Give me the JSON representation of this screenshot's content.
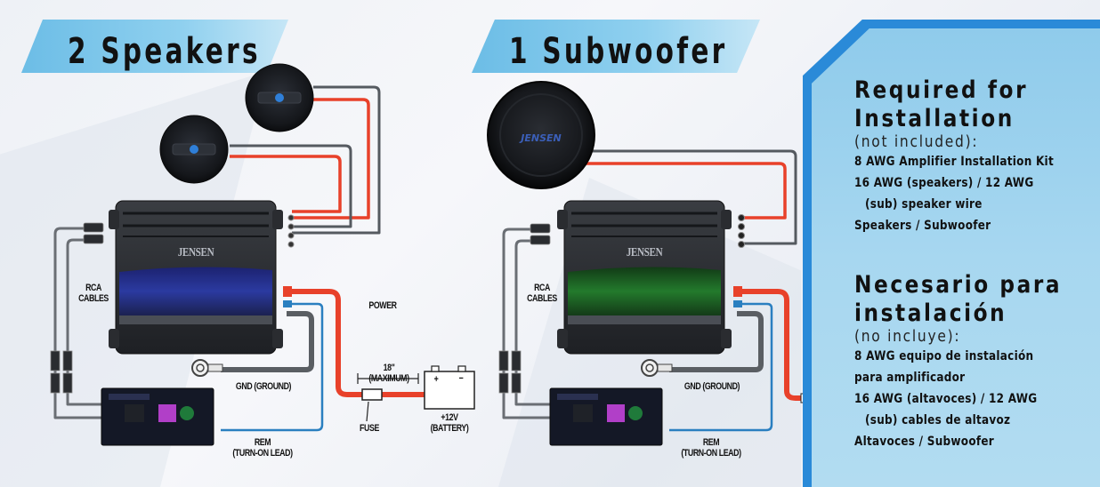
{
  "left_section": {
    "title": "2 Speakers",
    "amp_brand": "JENSEN",
    "labels": {
      "rca": "RCA\nCABLES",
      "power": "POWER",
      "gnd": "GND (GROUND)",
      "rem": "REM\n(TURN-ON LEAD)",
      "fuse": "FUSE",
      "distance": "18\"\n(MAXIMUM)",
      "battery": "+12V\n(BATTERY)",
      "battery_plus": "+",
      "battery_minus": "−"
    },
    "amp_accent_color": "#2a3a9a"
  },
  "right_section": {
    "title": "1 Subwoofer",
    "amp_brand": "JENSEN",
    "labels": {
      "rca": "RCA\nCABLES",
      "gnd": "GND (GROUND)",
      "rem": "REM\n(TURN-ON LEAD)"
    },
    "amp_accent_color": "#1f6a2a"
  },
  "panel": {
    "en": {
      "heading_line1": "Required for",
      "heading_line2": "Installation",
      "subheading": "(not included):",
      "items": [
        "8 AWG Amplifier Installation Kit",
        "16 AWG (speakers) / 12 AWG",
        "(sub) speaker wire",
        "Speakers / Subwoofer"
      ]
    },
    "es": {
      "heading_line1": "Necesario para",
      "heading_line2": "instalación",
      "subheading": "(no incluye):",
      "items": [
        "8 AWG equipo de instalación",
        "para amplificador",
        "16 AWG (altavoces) / 12 AWG",
        "(sub) cables de altavoz",
        "Altavoces / Subwoofer"
      ]
    }
  },
  "colors": {
    "wire_positive": "#e8412a",
    "wire_negative": "#555a60",
    "wire_remote": "#2a7fc0",
    "panel_border": "#2a8ad8",
    "panel_fill": "#9fd3ee",
    "banner": "#7cc6ea"
  }
}
